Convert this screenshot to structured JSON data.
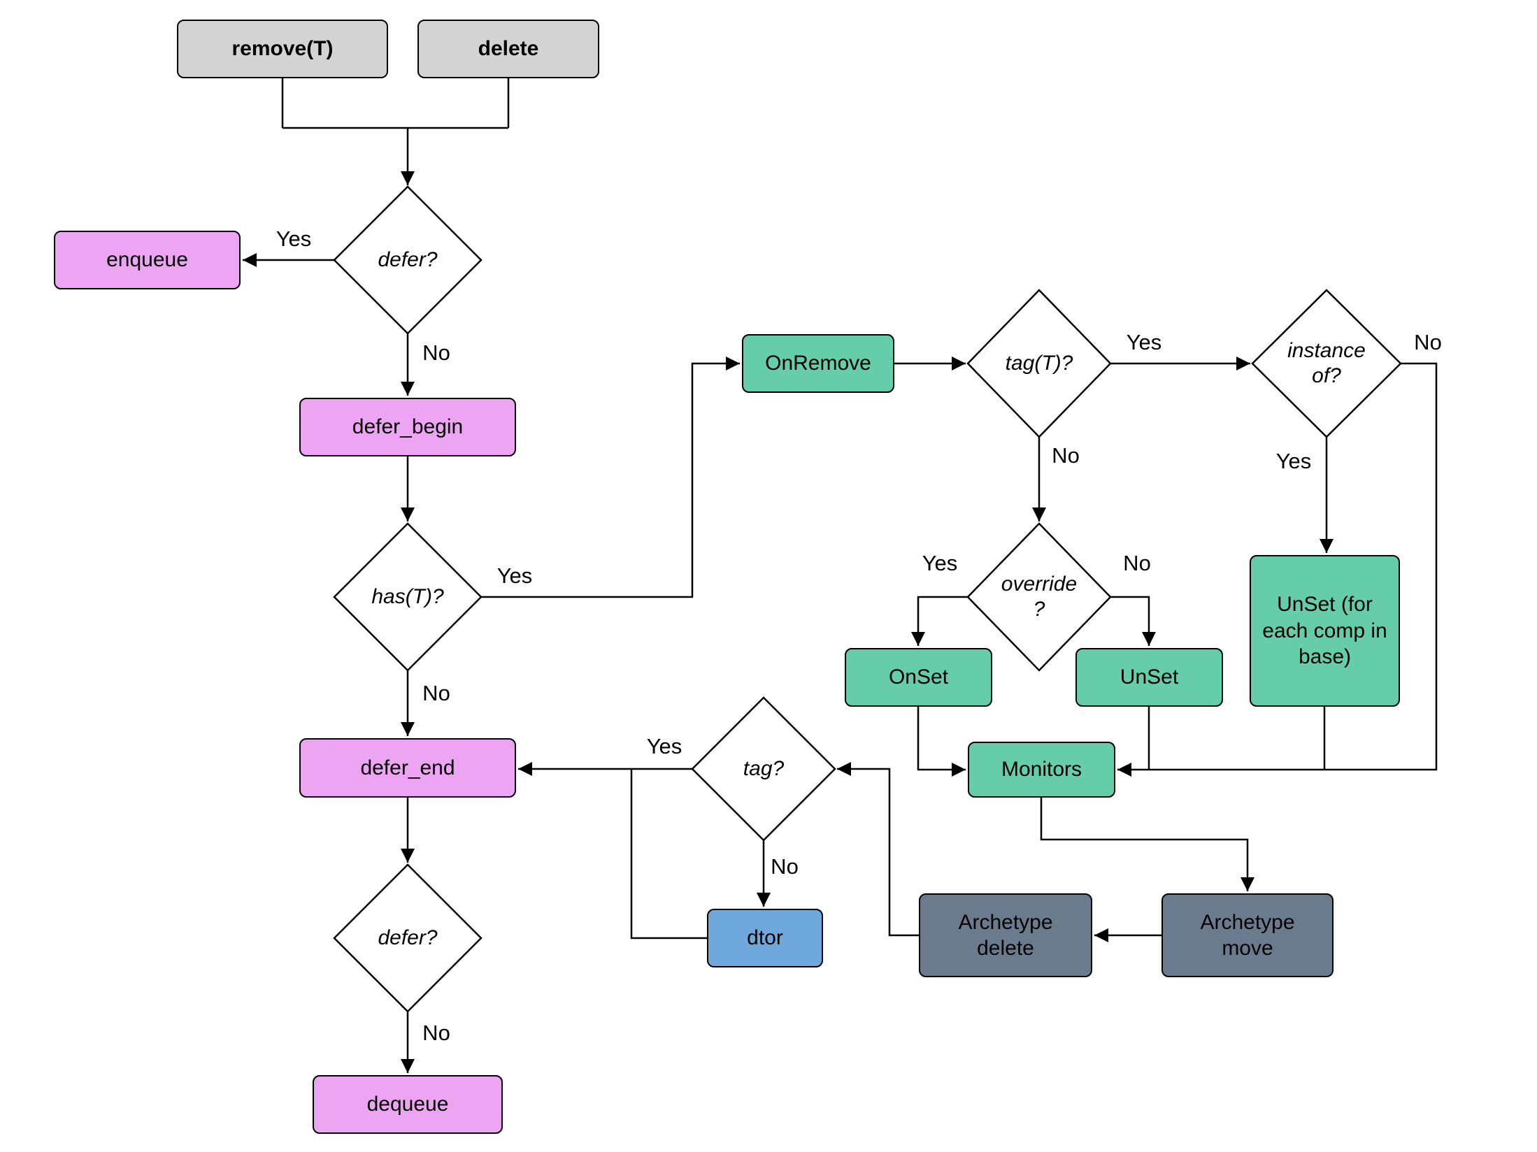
{
  "nodes": {
    "remove_t": {
      "label": "remove(T)"
    },
    "delete": {
      "label": "delete"
    },
    "enqueue": {
      "label": "enqueue"
    },
    "defer_begin": {
      "label": "defer_begin"
    },
    "on_remove": {
      "label": "OnRemove"
    },
    "on_set": {
      "label": "OnSet"
    },
    "unset": {
      "label": "UnSet"
    },
    "unset_base": {
      "label": "UnSet (for each comp in base)"
    },
    "monitors": {
      "label": "Monitors"
    },
    "archetype_move": {
      "label": "Archetype move"
    },
    "archetype_delete": {
      "label": "Archetype delete"
    },
    "dtor": {
      "label": "dtor"
    },
    "defer_end": {
      "label": "defer_end"
    },
    "dequeue": {
      "label": "dequeue"
    }
  },
  "decisions": {
    "defer1": {
      "label": "defer?"
    },
    "has_t": {
      "label": "has(T)?"
    },
    "tag_t": {
      "label": "tag(T)?"
    },
    "instance_of": {
      "label": "instance of?"
    },
    "override": {
      "label": "override ?"
    },
    "tag": {
      "label": "tag?"
    },
    "defer2": {
      "label": "defer?"
    }
  },
  "edge_labels": {
    "defer1_yes": "Yes",
    "defer1_no": "No",
    "has_t_yes": "Yes",
    "has_t_no": "No",
    "tag_t_yes": "Yes",
    "tag_t_no": "No",
    "instance_of_no": "No",
    "instance_of_yes": "Yes",
    "override_yes": "Yes",
    "override_no": "No",
    "tag_yes": "Yes",
    "tag_no": "No",
    "defer2_no": "No"
  },
  "colors": {
    "entry_box": "#d3d3d3",
    "defer_box": "#eda4f2",
    "hook_box": "#66cdaa",
    "dtor_box": "#6fa8dc",
    "archetype_box": "#6b7b8e",
    "decision_fill": "#ffffff",
    "line": "#000000"
  }
}
